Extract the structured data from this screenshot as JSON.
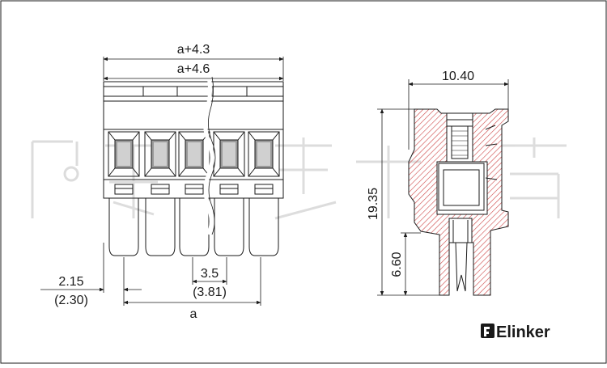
{
  "dimensions": {
    "front_width_top": "a+4.3",
    "front_width_bottom": "a+4.6",
    "side_depth": "10.40",
    "side_height": "19.35",
    "side_pin_height": "6.60",
    "edge_offset": "2.15",
    "edge_offset_alt": "(2.30)",
    "pitch": "3.5",
    "pitch_alt": "(3.81)",
    "span": "a"
  },
  "logo": {
    "text": "Elinker"
  },
  "colors": {
    "line": "#1a1a1a",
    "section_hatch": "#cc4444",
    "watermark": "#d9d9d9"
  }
}
